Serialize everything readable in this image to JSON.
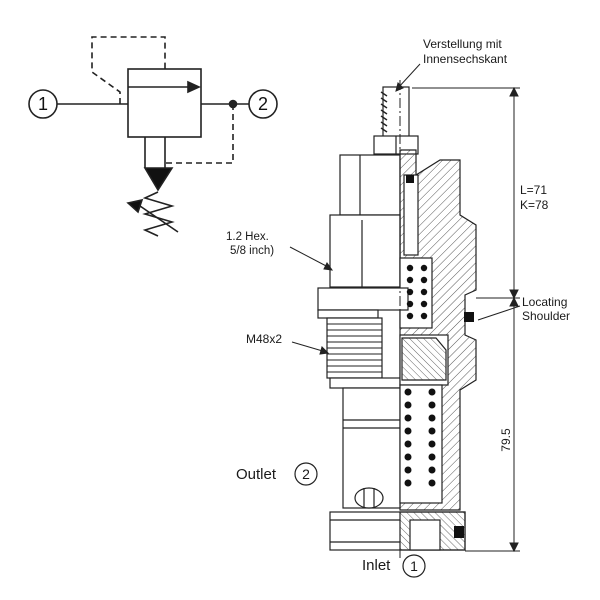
{
  "schematic": {
    "port_1": "1",
    "port_2": "2"
  },
  "labels": {
    "adjust_line1": "Verstellung mit",
    "adjust_line2": "Innensechskant",
    "hex_line1": "1.2 Hex.",
    "hex_line2": "5/8 inch)",
    "thread": "M48x2",
    "length_line1": "L=71",
    "length_line2": "K=78",
    "shoulder_line1": "Locating",
    "shoulder_line2": "Shoulder",
    "dim_lower": "79.5",
    "outlet": "Outlet",
    "outlet_num": "2",
    "inlet": "Inlet",
    "inlet_num": "1"
  }
}
